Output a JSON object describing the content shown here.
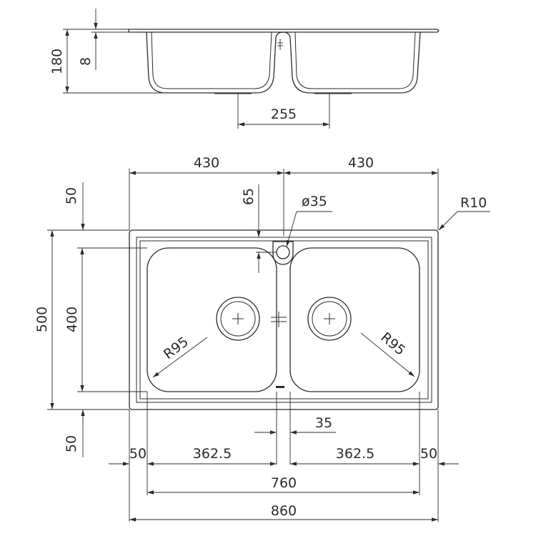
{
  "drawing": {
    "side_view": {
      "height_label": "180",
      "rim_label": "8",
      "drain_spacing_label": "255"
    },
    "top_view": {
      "left_width_label": "430",
      "right_width_label": "430",
      "top_margin_label": "50",
      "hole_offset_label": "65",
      "hole_diameter_label": "ø35",
      "corner_radius_label": "R10",
      "overall_depth_label": "500",
      "bowl_depth_label": "400",
      "bottom_margin_label": "50",
      "left_bowl_radius_label": "R95",
      "right_bowl_radius_label": "R95",
      "divider_label": "35",
      "left_margin_label": "50",
      "left_bowl_width_label": "362.5",
      "right_bowl_width_label": "362.5",
      "right_margin_label": "50",
      "bowls_total_label": "760",
      "overall_width_label": "860"
    }
  }
}
